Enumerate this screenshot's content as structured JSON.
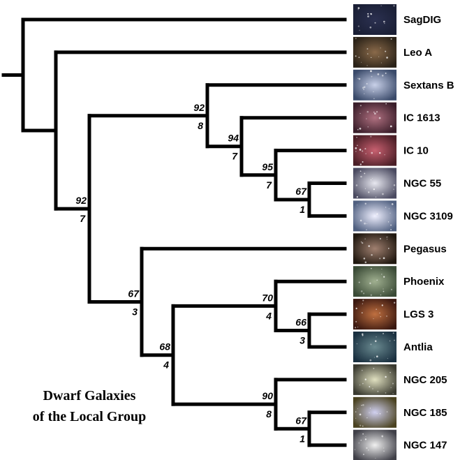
{
  "caption": {
    "line1": "Dwarf Galaxies",
    "line2": "of the Local Group"
  },
  "taxa": [
    {
      "id": "sagdig",
      "label": "SagDIG",
      "thumb": [
        "#1a1f35",
        "#2b3050"
      ]
    },
    {
      "id": "leoa",
      "label": "Leo A",
      "thumb": [
        "#2a2218",
        "#8a6a4a"
      ]
    },
    {
      "id": "sextb",
      "label": "Sextans B",
      "thumb": [
        "#3a4a6a",
        "#c8d0e8"
      ]
    },
    {
      "id": "ic1613",
      "label": "IC 1613",
      "thumb": [
        "#3a1e2a",
        "#b07080"
      ]
    },
    {
      "id": "ic10",
      "label": "IC 10",
      "thumb": [
        "#4a1e26",
        "#c86070"
      ]
    },
    {
      "id": "ngc55",
      "label": "NGC 55",
      "thumb": [
        "#4a4a60",
        "#e8e8f0"
      ]
    },
    {
      "id": "ngc3109",
      "label": "NGC 3109",
      "thumb": [
        "#506080",
        "#f0f0ff"
      ]
    },
    {
      "id": "pegasus",
      "label": "Pegasus",
      "thumb": [
        "#201810",
        "#a08070"
      ]
    },
    {
      "id": "phoenix",
      "label": "Phoenix",
      "thumb": [
        "#3a4a36",
        "#a0b090"
      ]
    },
    {
      "id": "lgs3",
      "label": "LGS 3",
      "thumb": [
        "#3a1810",
        "#c07040"
      ]
    },
    {
      "id": "antlia",
      "label": "Antlia",
      "thumb": [
        "#1a3040",
        "#6a8a90"
      ]
    },
    {
      "id": "ngc205",
      "label": "NGC 205",
      "thumb": [
        "#3a3a30",
        "#e0e0c0"
      ]
    },
    {
      "id": "ngc185",
      "label": "NGC 185",
      "thumb": [
        "#4a4220",
        "#d0d0f0"
      ]
    },
    {
      "id": "ngc147",
      "label": "NGC 147",
      "thumb": [
        "#404048",
        "#f0f0f0"
      ]
    }
  ],
  "clades": [
    {
      "id": "c_ngc55_3109",
      "children": [
        "ngc55",
        "ngc3109"
      ],
      "top": "67",
      "bottom": "1"
    },
    {
      "id": "c_ic10",
      "children": [
        "ic10",
        "c_ngc55_3109"
      ],
      "top": "95",
      "bottom": "7"
    },
    {
      "id": "c_ic1613",
      "children": [
        "ic1613",
        "c_ic10"
      ],
      "top": "94",
      "bottom": "7"
    },
    {
      "id": "c_sextb",
      "children": [
        "sextb",
        "c_ic1613"
      ],
      "top": "92",
      "bottom": "8"
    },
    {
      "id": "c_lgs3_antlia",
      "children": [
        "lgs3",
        "antlia"
      ],
      "top": "66",
      "bottom": "3"
    },
    {
      "id": "c_phoenix",
      "children": [
        "phoenix",
        "c_lgs3_antlia"
      ],
      "top": "70",
      "bottom": "4"
    },
    {
      "id": "c_185_147",
      "children": [
        "ngc185",
        "ngc147"
      ],
      "top": "67",
      "bottom": "1"
    },
    {
      "id": "c_ngc205",
      "children": [
        "ngc205",
        "c_185_147"
      ],
      "top": "90",
      "bottom": "8"
    },
    {
      "id": "c_sph",
      "children": [
        "c_phoenix",
        "c_ngc205"
      ],
      "top": "68",
      "bottom": "4"
    },
    {
      "id": "c_pegasus",
      "children": [
        "pegasus",
        "c_sph"
      ],
      "top": "67",
      "bottom": "3"
    },
    {
      "id": "c_big",
      "children": [
        "c_sextb",
        "c_pegasus"
      ],
      "top": "92",
      "bottom": "7"
    },
    {
      "id": "c_leoa",
      "children": [
        "leoa",
        "c_big"
      ],
      "top": "",
      "bottom": ""
    },
    {
      "id": "root",
      "children": [
        "sagdig",
        "c_leoa"
      ],
      "top": "",
      "bottom": ""
    }
  ]
}
